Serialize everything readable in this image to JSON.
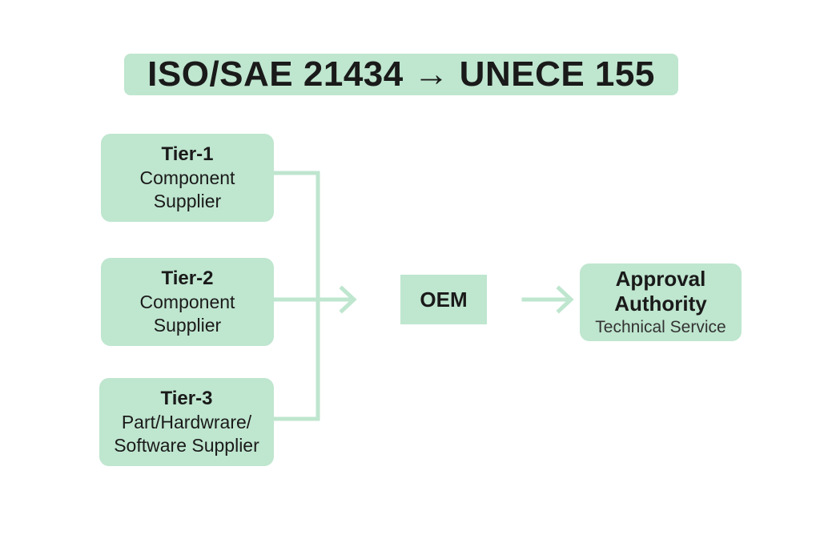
{
  "title": "ISO/SAE 21434 → UNECE 155",
  "tier1": {
    "heading": "Tier-1",
    "line1": "Component",
    "line2": "Supplier"
  },
  "tier2": {
    "heading": "Tier-2",
    "line1": "Component",
    "line2": "Supplier"
  },
  "tier3": {
    "heading": "Tier-3",
    "line1": "Part/Hardwrare/",
    "line2": "Software Supplier"
  },
  "oem": {
    "label": "OEM"
  },
  "authority": {
    "line1": "Approval",
    "line2": "Authority",
    "sub": "Technical Service"
  },
  "colors": {
    "box_fill": "#bfe6cf",
    "connector": "#bfe6cf",
    "text": "#1a1a1a"
  }
}
